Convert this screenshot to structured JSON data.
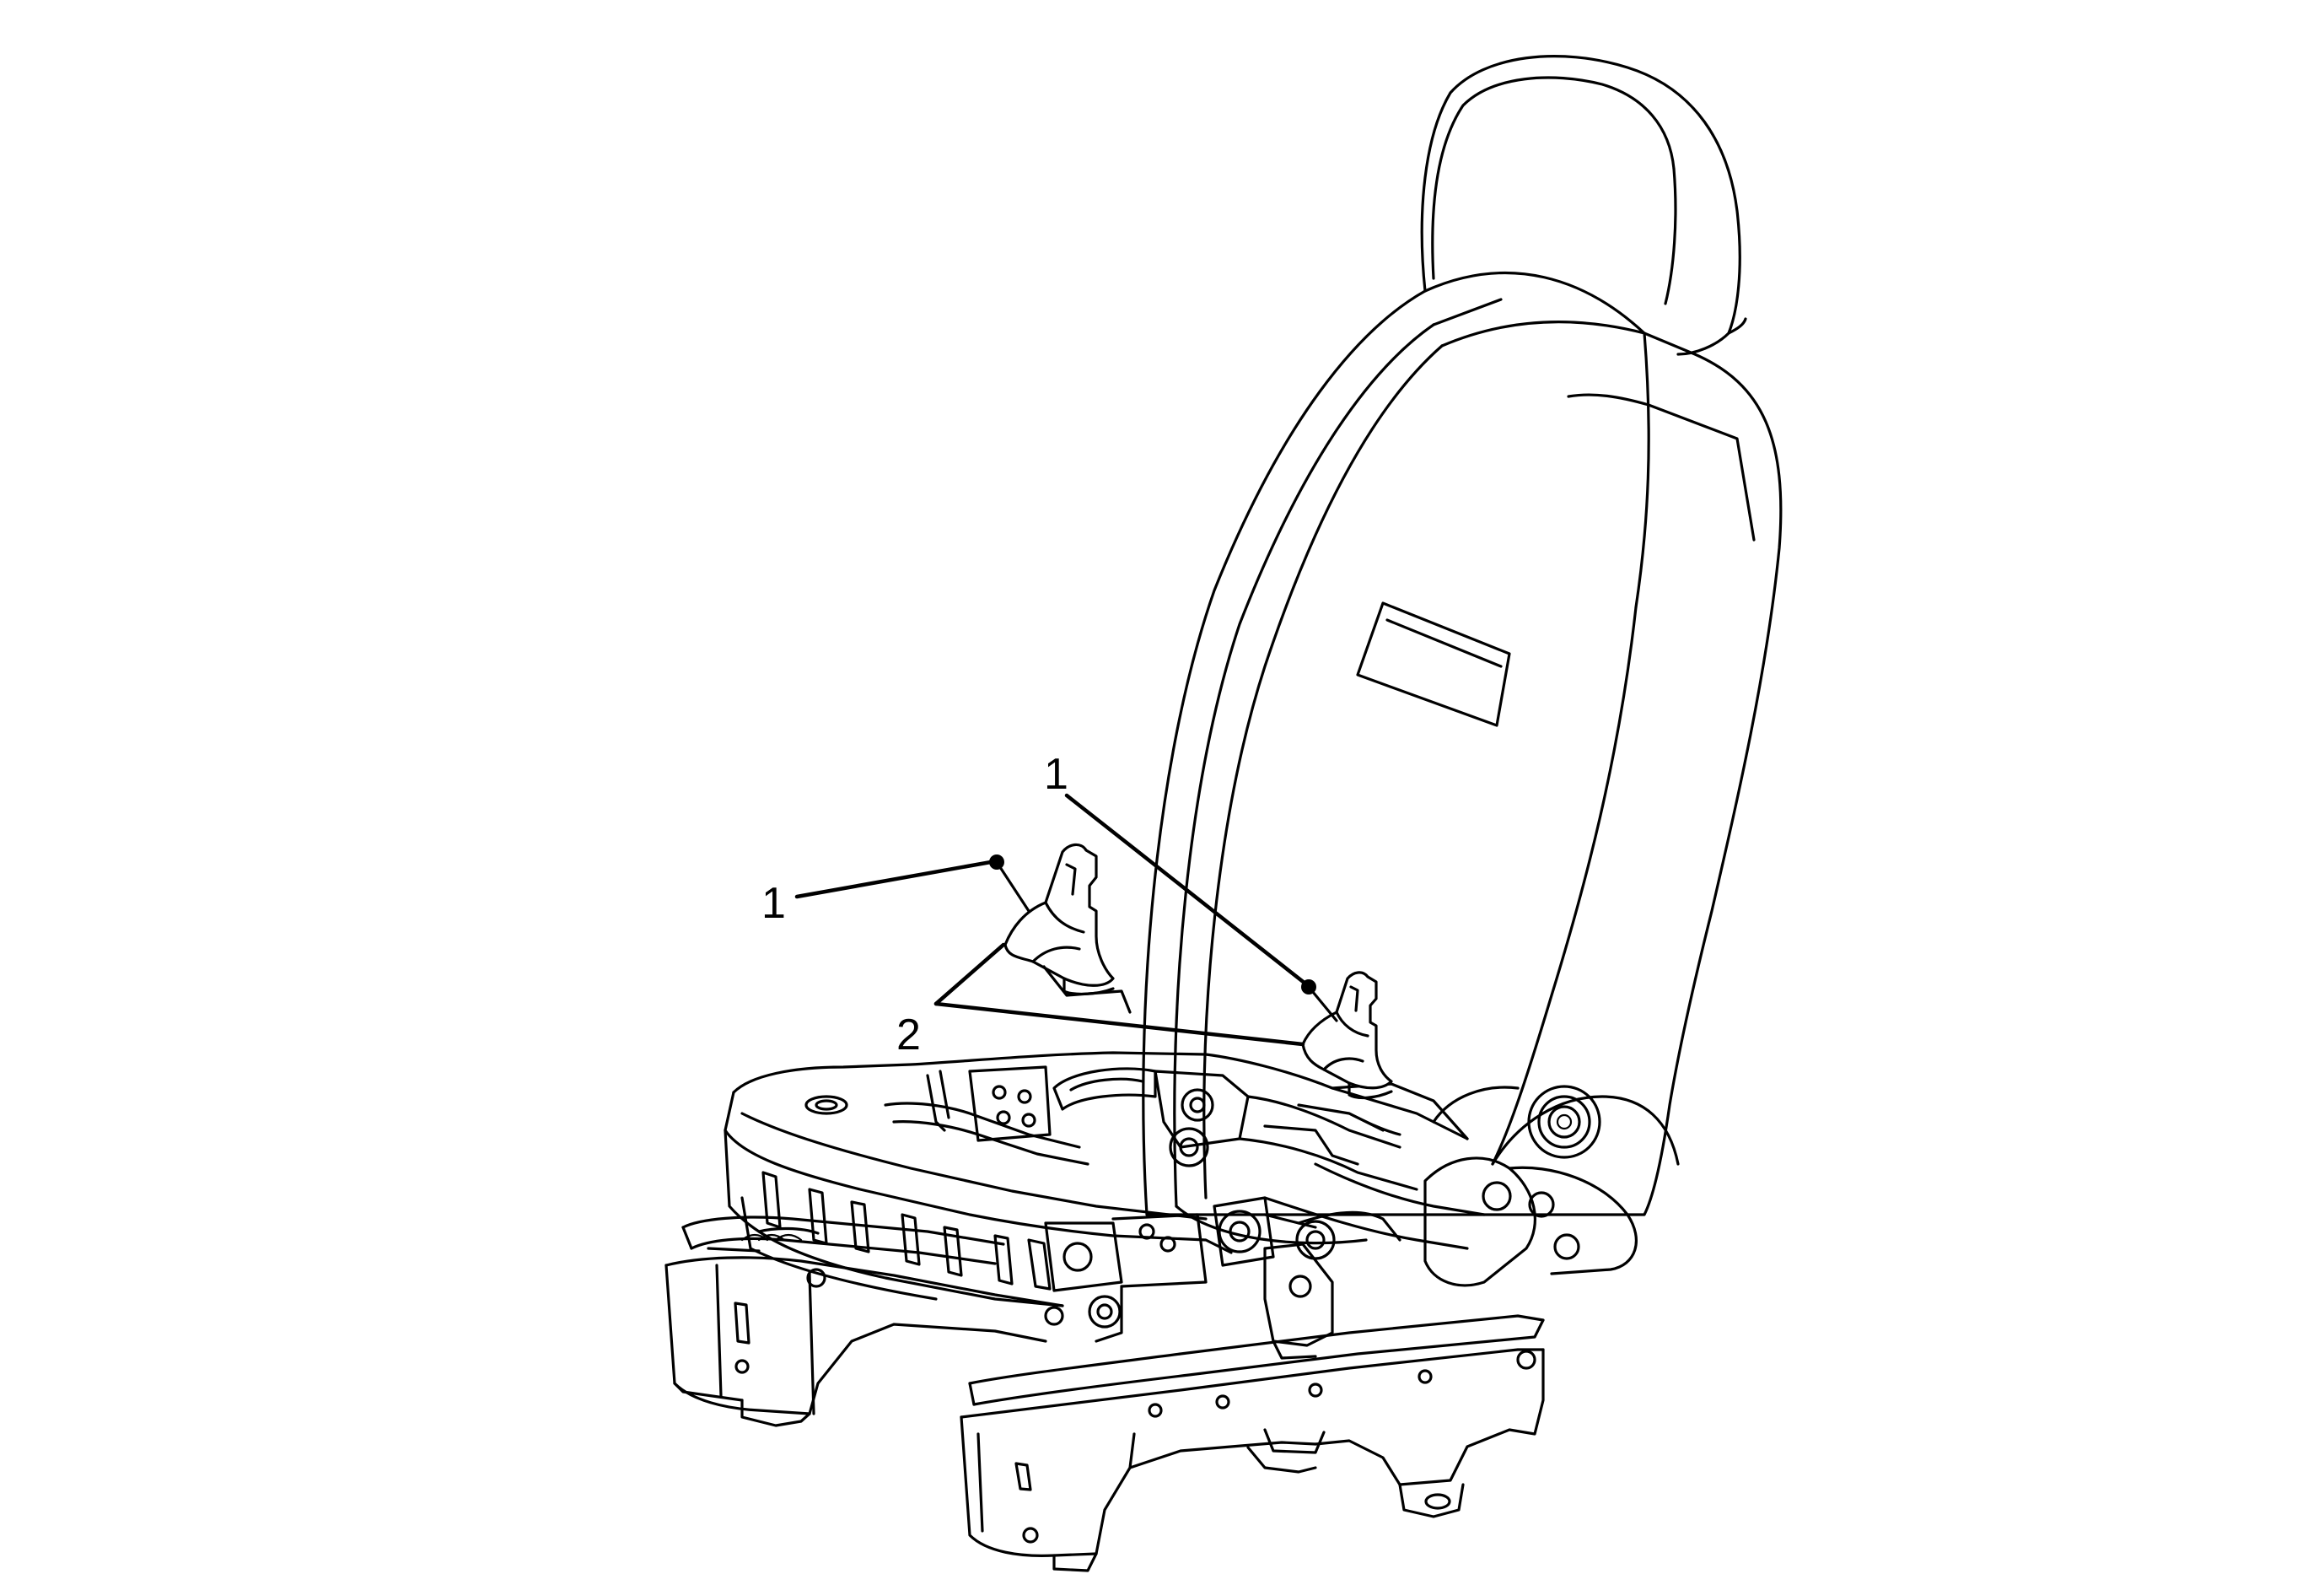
{
  "callouts": [
    {
      "label": "1"
    },
    {
      "label": "1"
    },
    {
      "label": "2"
    }
  ]
}
